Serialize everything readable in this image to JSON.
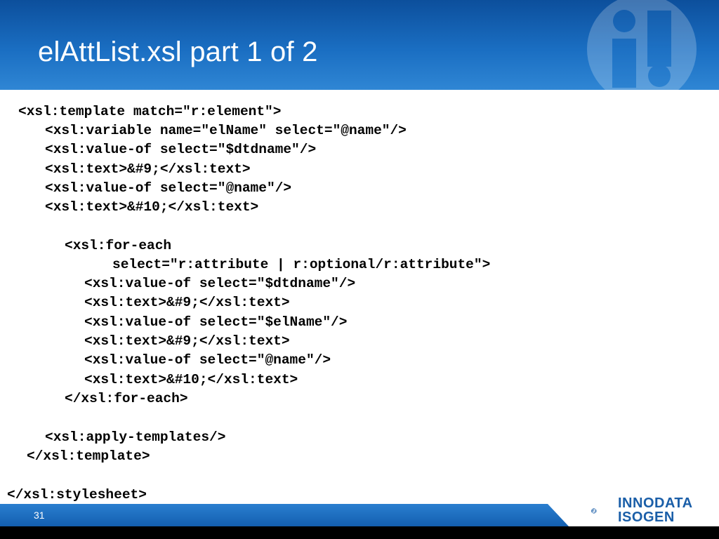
{
  "slide": {
    "title": "elAttList.xsl part 1 of 2",
    "number": "31"
  },
  "code_lines": [
    "<xsl:template match=\"r:element\">",
    "<xsl:variable name=\"elName\" select=\"@name\"/>",
    "<xsl:value-of select=\"$dtdname\"/>",
    "<xsl:text>&#9;</xsl:text>",
    "<xsl:value-of select=\"@name\"/>",
    "<xsl:text>&#10;</xsl:text>",
    "<xsl:for-each",
    "select=\"r:attribute | r:optional/r:attribute\">",
    "<xsl:value-of select=\"$dtdname\"/>",
    "<xsl:text>&#9;</xsl:text>",
    "<xsl:value-of select=\"$elName\"/>",
    "<xsl:text>&#9;</xsl:text>",
    "<xsl:value-of select=\"@name\"/>",
    "<xsl:text>&#10;</xsl:text>",
    "</xsl:for-each>",
    "<xsl:apply-templates/>",
    "</xsl:template>",
    "</xsl:stylesheet>"
  ],
  "logo": {
    "line1": "INNODATA",
    "line2": "ISOGEN",
    "icon": "innodata-isogen-logo-icon"
  },
  "colors": {
    "header_blue": "#1a6ec2",
    "footer_blue": "#135fb0",
    "logo_blue": "#1a5ea8"
  }
}
